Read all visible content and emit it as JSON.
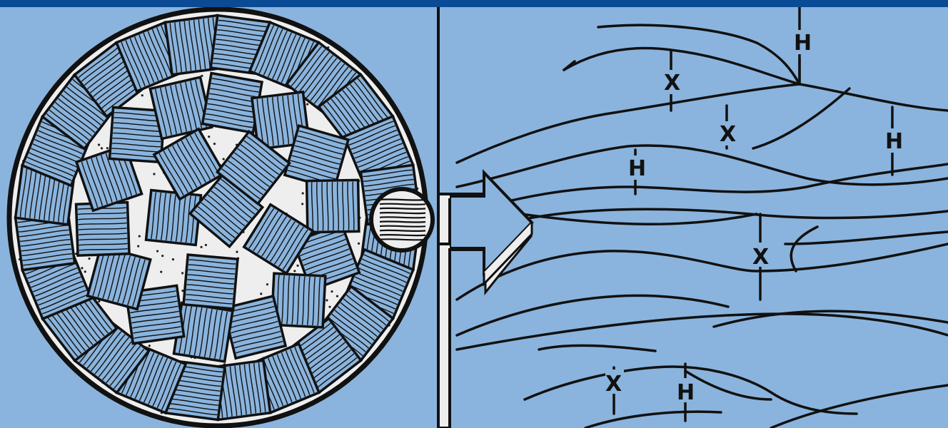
{
  "colors": {
    "background": "#8ab4dd",
    "top_bar": "#0b4a94",
    "ink": "#111111",
    "light": "#eeeeee"
  },
  "labels": {
    "h1": "H",
    "x1": "X",
    "x2": "X",
    "h2": "H",
    "h3": "H",
    "x3": "X",
    "x4": "X",
    "h4": "H"
  }
}
